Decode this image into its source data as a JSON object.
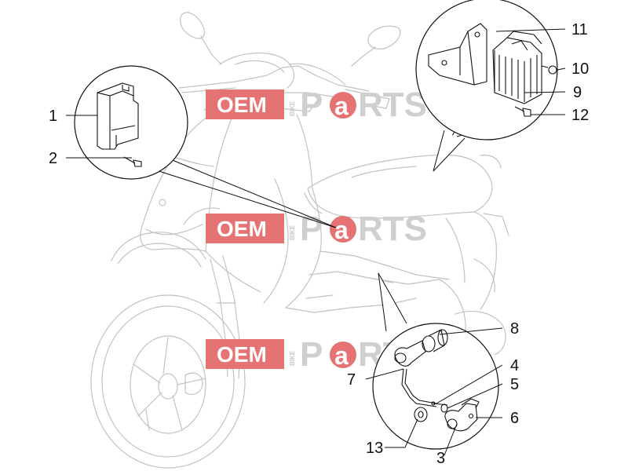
{
  "diagram": {
    "callouts": [
      "1",
      "2",
      "3",
      "4",
      "5",
      "6",
      "7",
      "8",
      "9",
      "10",
      "11",
      "12",
      "13"
    ]
  },
  "watermark": {
    "oem": "OEM",
    "bike": "BIKE",
    "p": "P",
    "a": "a",
    "rts": "RTS",
    "color": "#e57373"
  }
}
